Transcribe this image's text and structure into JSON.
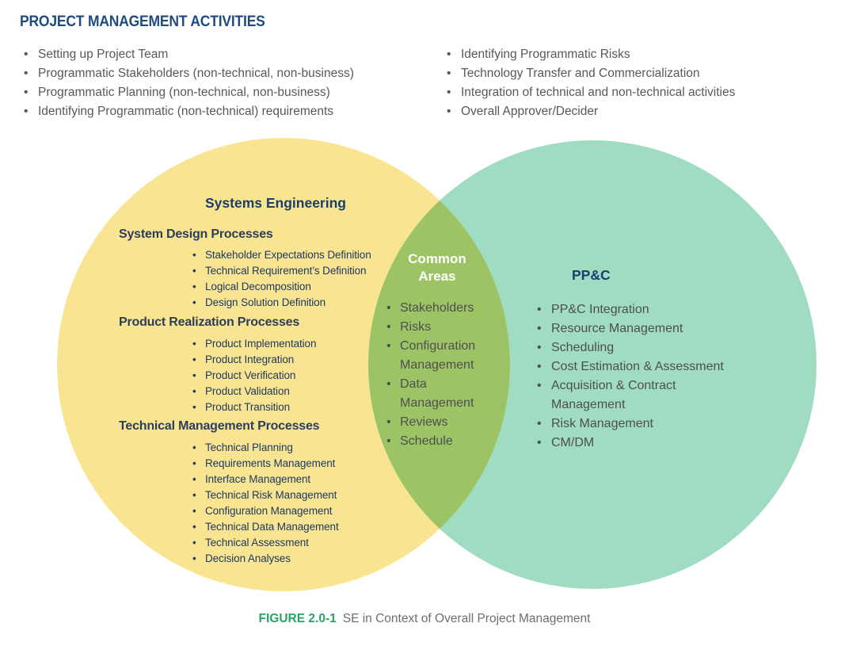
{
  "header": {
    "title": "PROJECT MANAGEMENT ACTIVITIES"
  },
  "activities": {
    "left": [
      "Setting up Project Team",
      "Programmatic Stakeholders (non-technical, non-business)",
      "Programmatic Planning (non-technical, non-business)",
      "Identifying Programmatic (non-technical) requirements"
    ],
    "right": [
      "Identifying Programmatic Risks",
      "Technology Transfer and Commercialization",
      "Integration of technical and non-technical activities",
      "Overall Approver/Decider"
    ]
  },
  "venn": {
    "colors": {
      "se_circle": "#F8E491",
      "ppc_circle": "#A0DCC2",
      "overlap": "#9DC464"
    },
    "se": {
      "title": "Systems Engineering",
      "sections": [
        {
          "heading": "System Design Processes",
          "items": [
            "Stakeholder Expectations Definition",
            "Technical Requirement’s Definition",
            "Logical Decomposition",
            "Design Solution Definition"
          ]
        },
        {
          "heading": "Product Realization Processes",
          "items": [
            "Product Implementation",
            "Product Integration",
            "Product Verification",
            "Product Validation",
            "Product Transition"
          ]
        },
        {
          "heading": "Technical Management Processes",
          "items": [
            "Technical Planning",
            "Requirements Management",
            "Interface Management",
            "Technical Risk Management",
            "Configuration Management",
            "Technical Data Management",
            "Technical Assessment",
            "Decision Analyses"
          ]
        }
      ]
    },
    "common": {
      "title": "Common Areas",
      "items": [
        "Stakeholders",
        "Risks",
        "Configuration Management",
        "Data Management",
        "Reviews",
        "Schedule"
      ]
    },
    "ppc": {
      "title": "PP&C",
      "items": [
        "PP&C Integration",
        "Resource Management",
        "Scheduling",
        "Cost Estimation & Assessment",
        "Acquisition & Contract Management",
        "Risk Management",
        "CM/DM"
      ]
    }
  },
  "caption": {
    "label": "FIGURE 2.0-1",
    "text": "SE in Context of Overall Project Management"
  }
}
